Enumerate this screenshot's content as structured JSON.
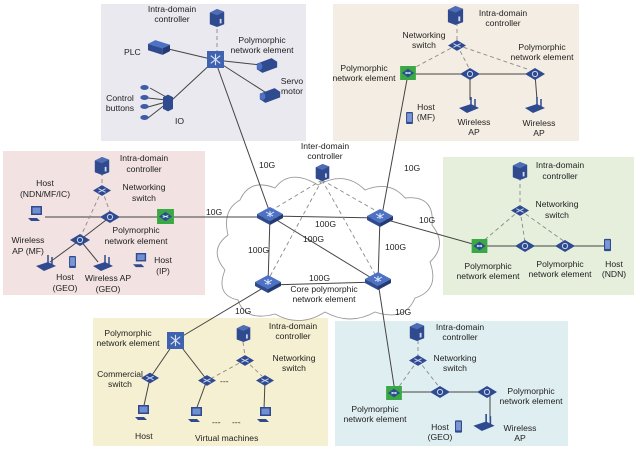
{
  "colors": {
    "industrial": "#e9e9ef",
    "campus": "#f4ede3",
    "left": "#f2e2e2",
    "right": "#e5efdc",
    "datacenter": "#f6f0d2",
    "bottomright": "#dfeef1",
    "device": "#2f4a8f",
    "pne_highlight": "#3aa845"
  },
  "industrial": {
    "ctrl": [
      "Intra-domain",
      "controller"
    ],
    "pne": [
      "Polymorphic",
      "network element"
    ],
    "plc": "PLC",
    "servo": [
      "Servo",
      "motor"
    ],
    "buttons": [
      "Control",
      "buttons"
    ],
    "io": "IO"
  },
  "topright": {
    "ctrl": [
      "Intra-domain",
      "controller"
    ],
    "switch": [
      "Networking",
      "switch"
    ],
    "pne1": [
      "Polymorphic",
      "network element"
    ],
    "pne2": [
      "Polymorphic",
      "network element"
    ],
    "host": [
      "Host",
      "(MF)"
    ],
    "ap1": [
      "Wireless",
      "AP"
    ],
    "ap2": [
      "Wireless",
      "AP"
    ]
  },
  "left": {
    "ctrl": [
      "Intra-domain",
      "controller"
    ],
    "host_ndn": [
      "Host",
      "(NDN/MF/IC)"
    ],
    "switch": [
      "Networking",
      "switch"
    ],
    "pne": [
      "Polymorphic",
      "network element"
    ],
    "ap_mf": [
      "Wireless",
      "AP (MF)"
    ],
    "host_geo": [
      "Host",
      "(GEO)"
    ],
    "ap_geo": [
      "Wireless AP",
      "(GEO)"
    ],
    "host_ip": [
      "Host",
      "(IP)"
    ]
  },
  "right": {
    "ctrl": [
      "Intra-domain",
      "controller"
    ],
    "switch": [
      "Networking",
      "switch"
    ],
    "pne1": [
      "Polymorphic",
      "network element"
    ],
    "pne2": [
      "Polymorphic",
      "network element"
    ],
    "host": [
      "Host",
      "(NDN)"
    ]
  },
  "datacenter": {
    "pne": [
      "Polymorphic",
      "network element"
    ],
    "ctrl": [
      "Intra-domain",
      "controller"
    ],
    "switch": [
      "Networking",
      "switch"
    ],
    "commercial": [
      "Commercial",
      "switch"
    ],
    "host": "Host",
    "vms": "Virtual machines",
    "dots": "---"
  },
  "bottomright": {
    "ctrl": [
      "Intra-domain",
      "controller"
    ],
    "switch": [
      "Networking",
      "switch"
    ],
    "pne1": [
      "Polymorphic",
      "network element"
    ],
    "pne2": [
      "Polymorphic",
      "network element"
    ],
    "host": [
      "Host",
      "(GEO)"
    ],
    "ap": [
      "Wireless",
      "AP"
    ]
  },
  "core": {
    "inter_ctrl": [
      "Inter-domain",
      "controller"
    ],
    "core_pne": [
      "Core polymorphic",
      "network element"
    ],
    "l10": "10G",
    "l100": "100G"
  }
}
